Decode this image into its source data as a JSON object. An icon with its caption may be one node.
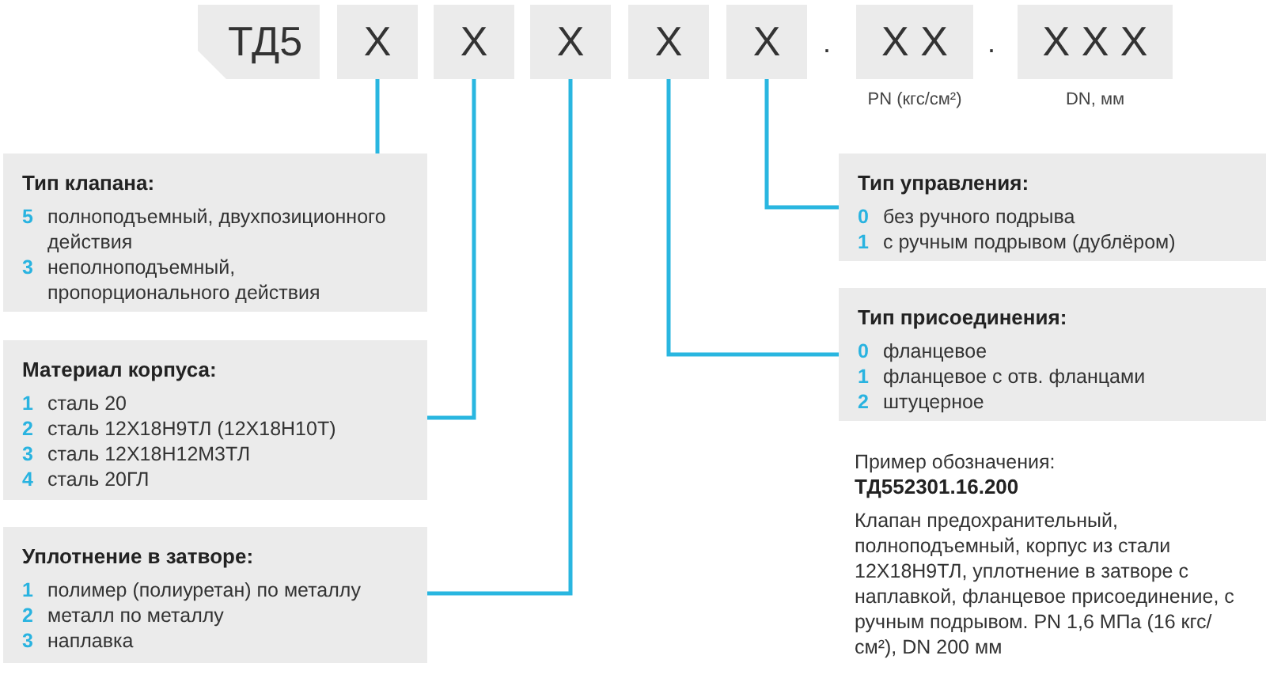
{
  "diagram": {
    "nodes": [
      {
        "text": [
          "ТД5"
        ]
      },
      {
        "text": [
          "Х"
        ]
      },
      {
        "text": [
          "Х"
        ]
      },
      {
        "text": [
          "Х"
        ]
      },
      {
        "text": [
          "Х"
        ]
      },
      {
        "text": [
          "Х"
        ]
      },
      {
        "text": [
          "Х Х"
        ],
        "beside": [
          "PN (кгс/см²)"
        ]
      },
      {
        "text": [
          "Х Х Х"
        ],
        "beside": [
          "DN, мм"
        ]
      },
      {
        "text": [
          "Тип клапана:",
          "5",
          "полноподъемный, двухпозиционного действия",
          "3",
          "неполноподъемный, пропорционального действия"
        ]
      },
      {
        "text": [
          "Материал корпуса:",
          "1",
          "сталь 20",
          "2",
          "сталь 12Х18Н9ТЛ (12Х18Н10Т)",
          "3",
          "сталь 12Х18Н12М3ТЛ",
          "4",
          "сталь 20ГЛ"
        ]
      },
      {
        "text": [
          "Уплотнение в затворе:",
          "1",
          "полимер (полиуретан) по металлу",
          "2",
          "металл по металлу",
          "3",
          "наплавка"
        ]
      },
      {
        "text": [
          "Тип управления:",
          "0",
          "без ручного подрыва",
          "1",
          "с ручным подрывом (дублёром)"
        ]
      },
      {
        "text": [
          "Тип присоединения:",
          "0",
          "фланцевое",
          "1",
          "фланцевое с отв. фланцами",
          "2",
          "штуцерное"
        ]
      }
    ],
    "edges": [
      {
        "from": 1,
        "to": 8,
        "arrow": "none"
      },
      {
        "from": 2,
        "to": 9,
        "arrow": "none"
      },
      {
        "from": 3,
        "to": 10,
        "arrow": "none"
      },
      {
        "from": 4,
        "to": 12,
        "arrow": "none"
      },
      {
        "from": 5,
        "to": 11,
        "arrow": "none"
      }
    ],
    "labels": [
      ".",
      ".",
      "Пример обозначения:",
      "ТД552301.16.200",
      "Клапан предохранительный, полноподъемный, корпус из стали 12Х18Н9ТЛ, уплотнение в затворе с наплавкой, фланцевое присоединение, с ручным подрывом. PN 1,6 МПа (16 кгс/см²), DN 200 мм"
    ]
  }
}
